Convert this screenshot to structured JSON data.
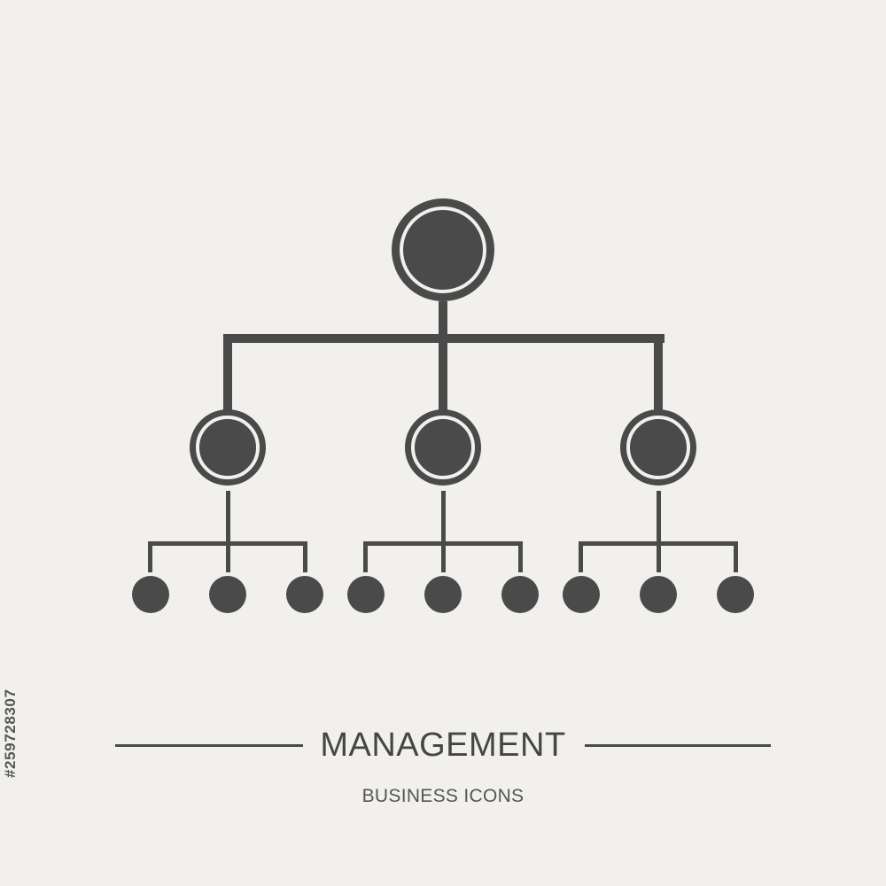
{
  "icon": {
    "name": "organization-hierarchy-icon",
    "color": "#4a4a4a",
    "background": "#f1f0ed"
  },
  "title": "MANAGEMENT",
  "subtitle": "BUSINESS ICONS",
  "side_id": "#259728307"
}
